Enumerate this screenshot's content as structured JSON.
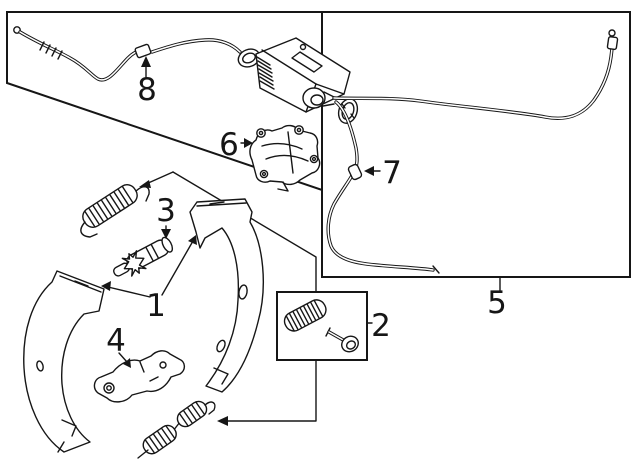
{
  "diagram": {
    "background_color": "#ffffff",
    "line_color": "#161616",
    "callouts": {
      "c1": "1",
      "c2": "2",
      "c3": "3",
      "c4": "4",
      "c5": "5",
      "c6": "6",
      "c7": "7",
      "c8": "8"
    }
  }
}
